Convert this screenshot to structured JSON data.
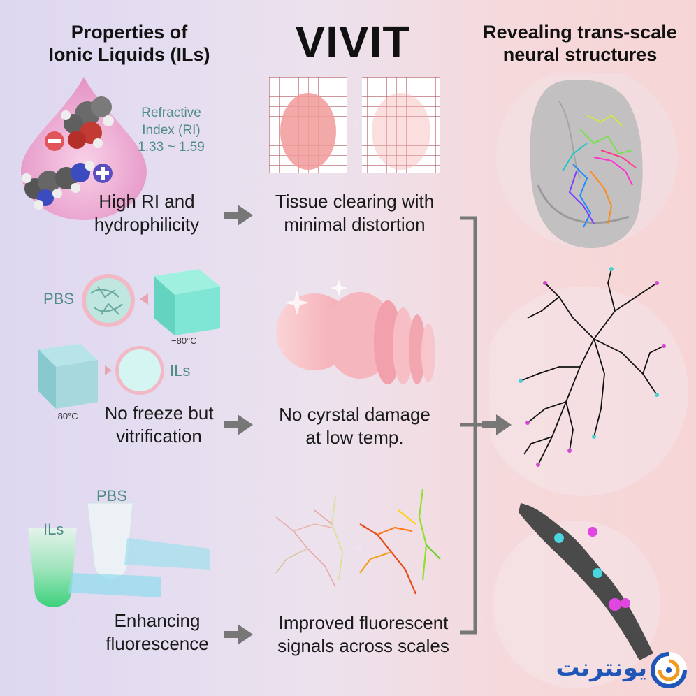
{
  "columns": {
    "left_title_line1": "Properties of",
    "left_title_line2": "Ionic Liquids (ILs)",
    "center_title": "VIVIT",
    "right_title_line1": "Revealing trans-scale",
    "right_title_line2": "neural structures"
  },
  "row1": {
    "ri_label_line1": "Refractive",
    "ri_label_line2": "Index (RI)",
    "ri_range": "1.33 ~ 1.59",
    "property_line1": "High RI and",
    "property_line2": "hydrophilicity",
    "outcome_line1": "Tissue clearing with",
    "outcome_line2": "minimal distortion"
  },
  "row2": {
    "pbs_label": "PBS",
    "ils_label": "ILs",
    "temp_pbs": "−80°C",
    "temp_ils": "−80°C",
    "property_line1": "No freeze but",
    "property_line2": "vitrification",
    "outcome_line1": "No cyrstal damage",
    "outcome_line2": "at low temp."
  },
  "row3": {
    "pbs_label": "PBS",
    "ils_label": "ILs",
    "property_line1": "Enhancing",
    "property_line2": "fluorescence",
    "outcome_line1": "Improved fluorescent",
    "outcome_line2": "signals across scales"
  },
  "watermark": {
    "text": "یونترنت"
  },
  "colors": {
    "teal_text": "#4f8c86",
    "arrow_gray": "#777777",
    "minus_red": "#e0545a",
    "plus_blue": "#5a4fc0",
    "ils_green": "#39d07a",
    "crystal_cyan": "#7fe6d6",
    "watermark_blue": "#1f56b8",
    "watermark_orange": "#f29a1e"
  },
  "icons": [
    "ionic-liquid-drop-icon",
    "minus-ion-icon",
    "plus-ion-icon",
    "ice-cube-icon",
    "brain-icon",
    "tube-icon",
    "neuron-icon",
    "dendrite-icon",
    "arrow-right-icon"
  ]
}
